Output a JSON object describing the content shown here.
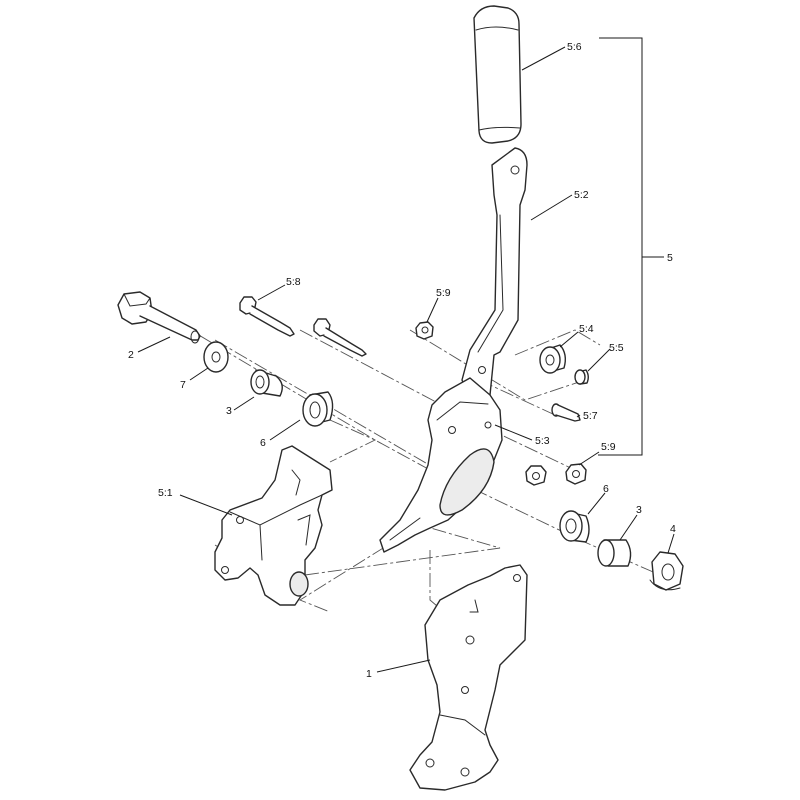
{
  "callouts": {
    "c_5_6": "5:6",
    "c_5_2": "5:2",
    "c_5": "5",
    "c_5_8": "5:8",
    "c_5_9_top": "5:9",
    "c_2": "2",
    "c_5_4": "5:4",
    "c_5_5": "5:5",
    "c_7": "7",
    "c_3_left": "3",
    "c_5_7": "5:7",
    "c_6_left": "6",
    "c_5_3": "5:3",
    "c_5_9_bottom": "5:9",
    "c_5_1": "5:1",
    "c_6_right": "6",
    "c_3_right": "3",
    "c_4": "4",
    "c_1": "1"
  }
}
